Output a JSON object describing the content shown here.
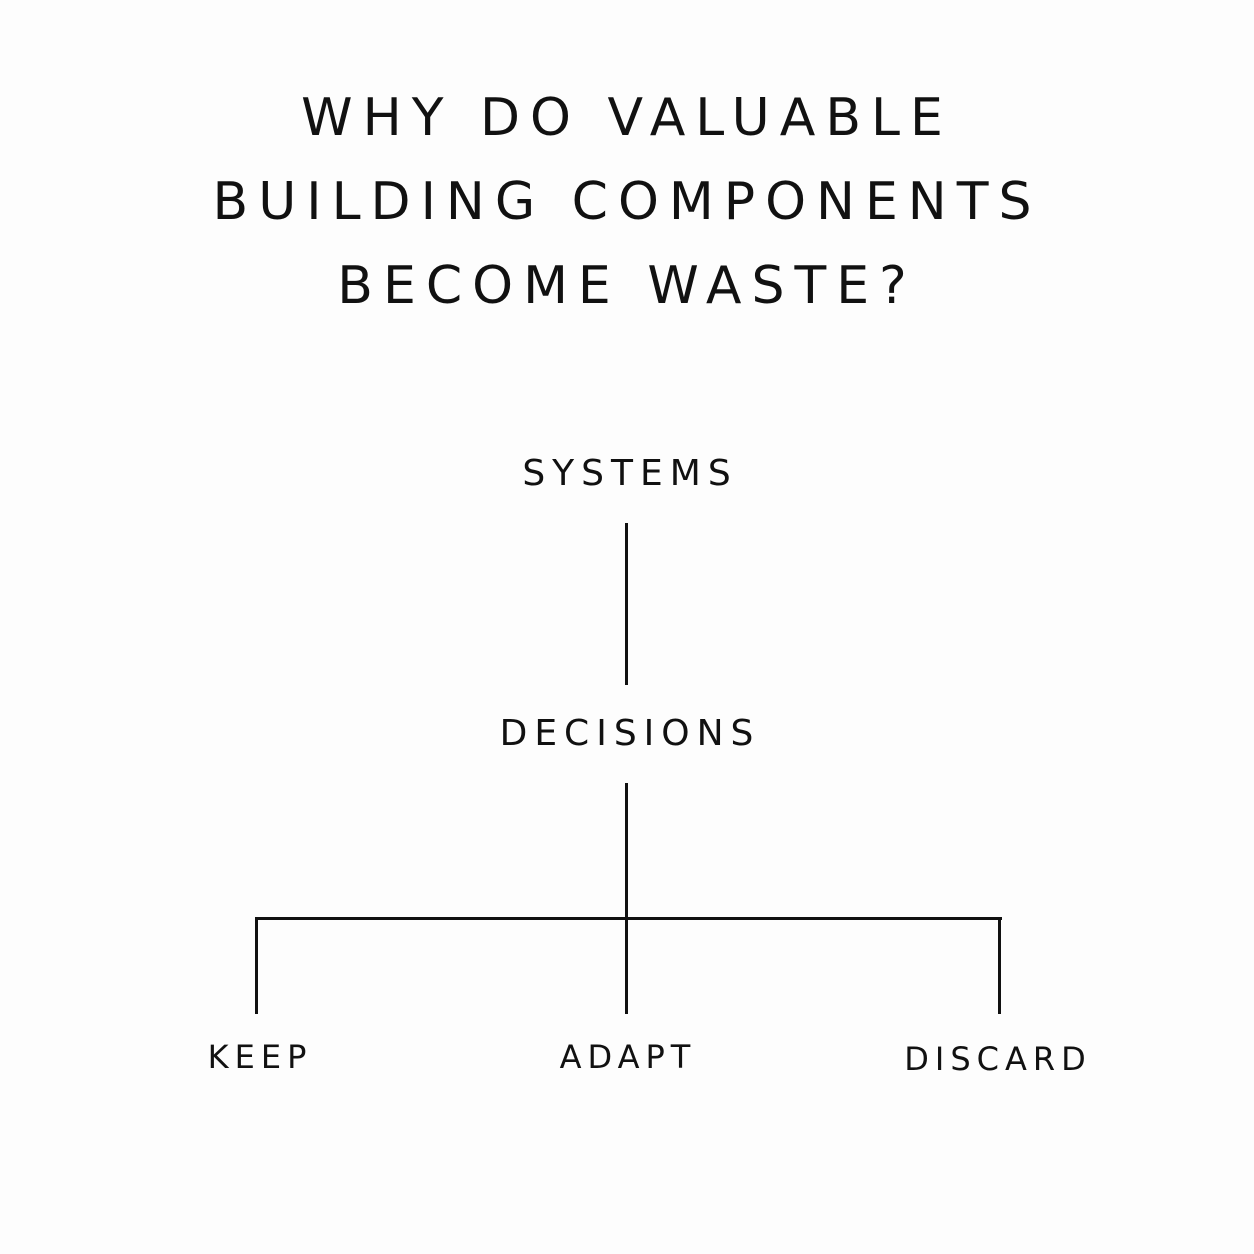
{
  "title": {
    "line1": "WHY DO VALUABLE",
    "line2": "BUILDING COMPONENTS",
    "line3": "BECOME WASTE?"
  },
  "diagram": {
    "root": "SYSTEMS",
    "middle": "DECISIONS",
    "leaves": [
      "KEEP",
      "ADAPT",
      "DISCARD"
    ]
  },
  "colors": {
    "background": "#fdfdfd",
    "ink": "#111111"
  }
}
